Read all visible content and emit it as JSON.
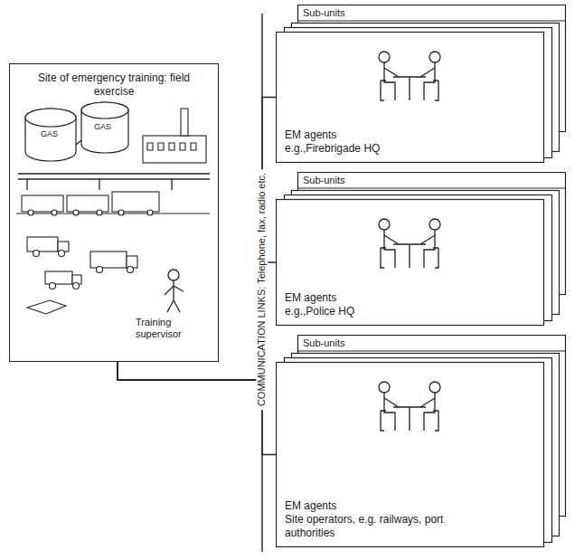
{
  "diagram": {
    "nodes": [
      {
        "text": [
          "Site of emergency training: field exercise"
        ]
      },
      {
        "text": [
          "Sub-units",
          "EM agents",
          "e.g.,Firebrigade HQ"
        ]
      },
      {
        "text": [
          "Sub-units",
          "EM agents",
          "e.g.,Police HQ"
        ]
      },
      {
        "text": [
          "Sub-units",
          "EM agents",
          "Site operators, e.g. railways, port authorities"
        ]
      }
    ],
    "edges": [
      {
        "from": 0,
        "to": 1,
        "arrow": "none"
      },
      {
        "from": 0,
        "to": 2,
        "arrow": "none"
      },
      {
        "from": 0,
        "to": 3,
        "arrow": "none"
      }
    ],
    "labels": [
      "GAS",
      "GAS",
      "Training supervisor",
      "COMMUNICATION LINKS: Telephone, fax, radio etc."
    ]
  }
}
